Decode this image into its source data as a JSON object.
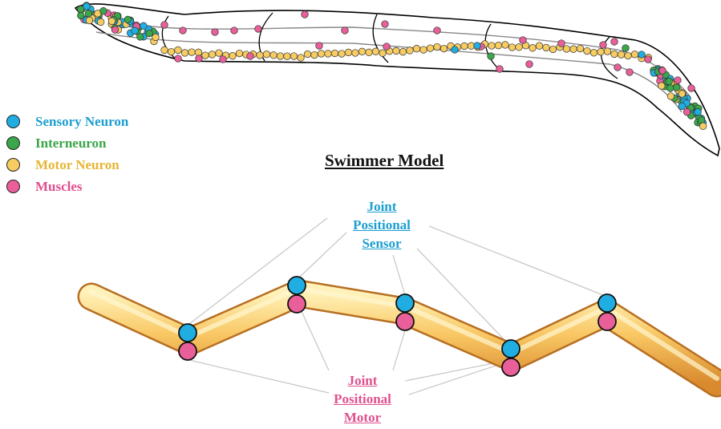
{
  "colors": {
    "sensory": "#20aee2",
    "inter": "#3ca64a",
    "motor": "#f6cc63",
    "muscle": "#e95f9a",
    "connector": "#c9c9c9"
  },
  "legend": [
    {
      "label": "Sensory Neuron",
      "color": "#20aee2",
      "text_color": "#1d9fd0"
    },
    {
      "label": "Interneuron",
      "color": "#3ca64a",
      "text_color": "#3ca64a"
    },
    {
      "label": "Motor Neuron",
      "color": "#f6cc63",
      "text_color": "#e6b534"
    },
    {
      "label": "Muscles",
      "color": "#e95f9a",
      "text_color": "#e0508f"
    }
  ],
  "title": "Swimmer Model",
  "sensor_callout": {
    "lines": [
      "Joint",
      "Positional",
      "Sensor"
    ],
    "color": "#1d9fd0"
  },
  "motor_callout": {
    "lines": [
      "Joint",
      "Positional",
      "Motor"
    ],
    "color": "#e0508f"
  }
}
